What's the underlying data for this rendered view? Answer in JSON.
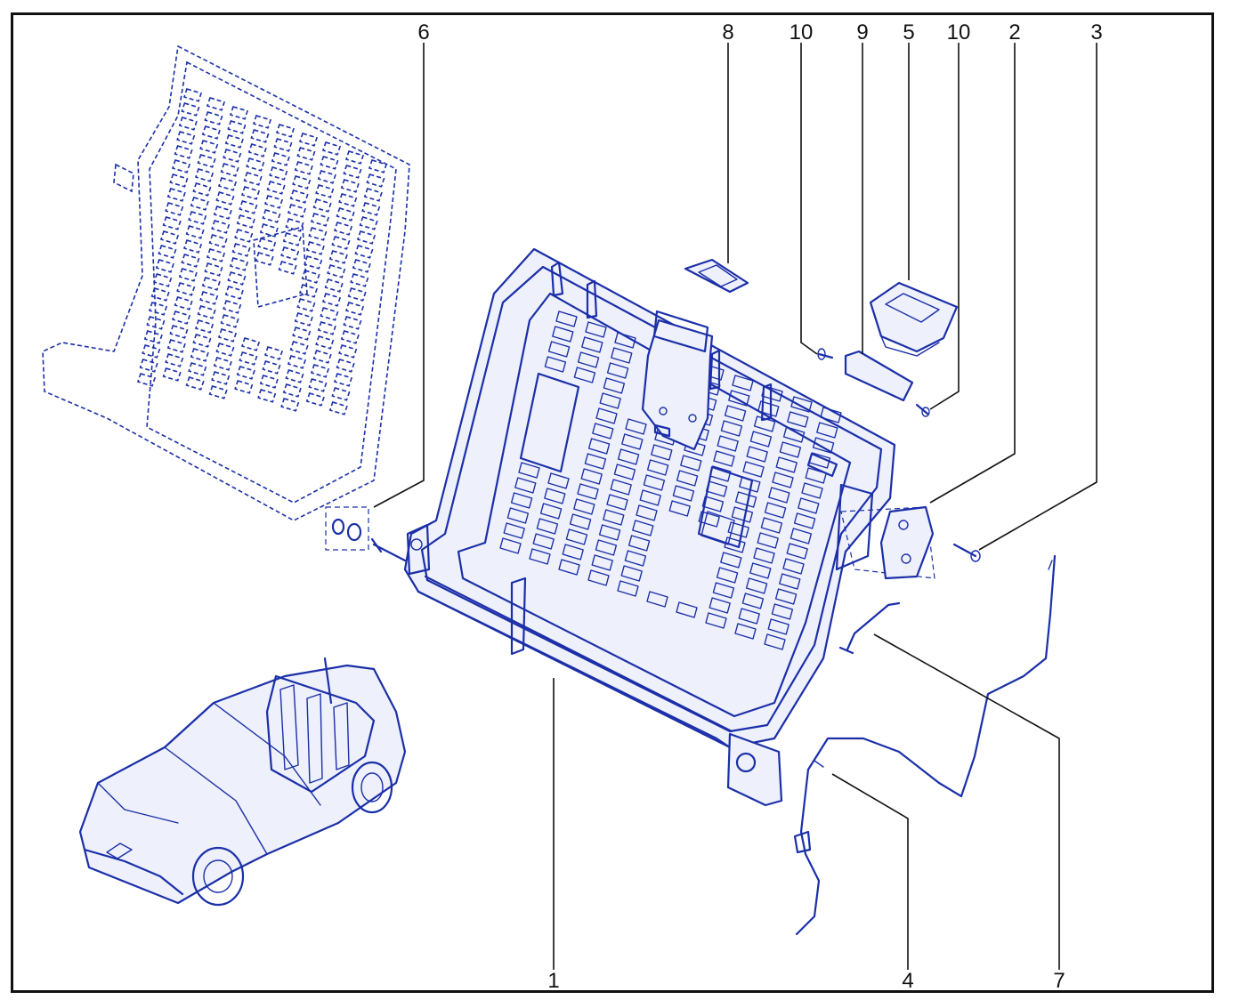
{
  "colors": {
    "line": "#1b2fa8",
    "label": "#111111",
    "frame": "#111111",
    "background": "#ffffff"
  },
  "callouts": [
    {
      "id": "1",
      "label": "1"
    },
    {
      "id": "2",
      "label": "2"
    },
    {
      "id": "3",
      "label": "3"
    },
    {
      "id": "4",
      "label": "4"
    },
    {
      "id": "5",
      "label": "5"
    },
    {
      "id": "6",
      "label": "6"
    },
    {
      "id": "7",
      "label": "7"
    },
    {
      "id": "8",
      "label": "8"
    },
    {
      "id": "9",
      "label": "9"
    },
    {
      "id": "10a",
      "label": "10"
    },
    {
      "id": "10b",
      "label": "10"
    }
  ]
}
